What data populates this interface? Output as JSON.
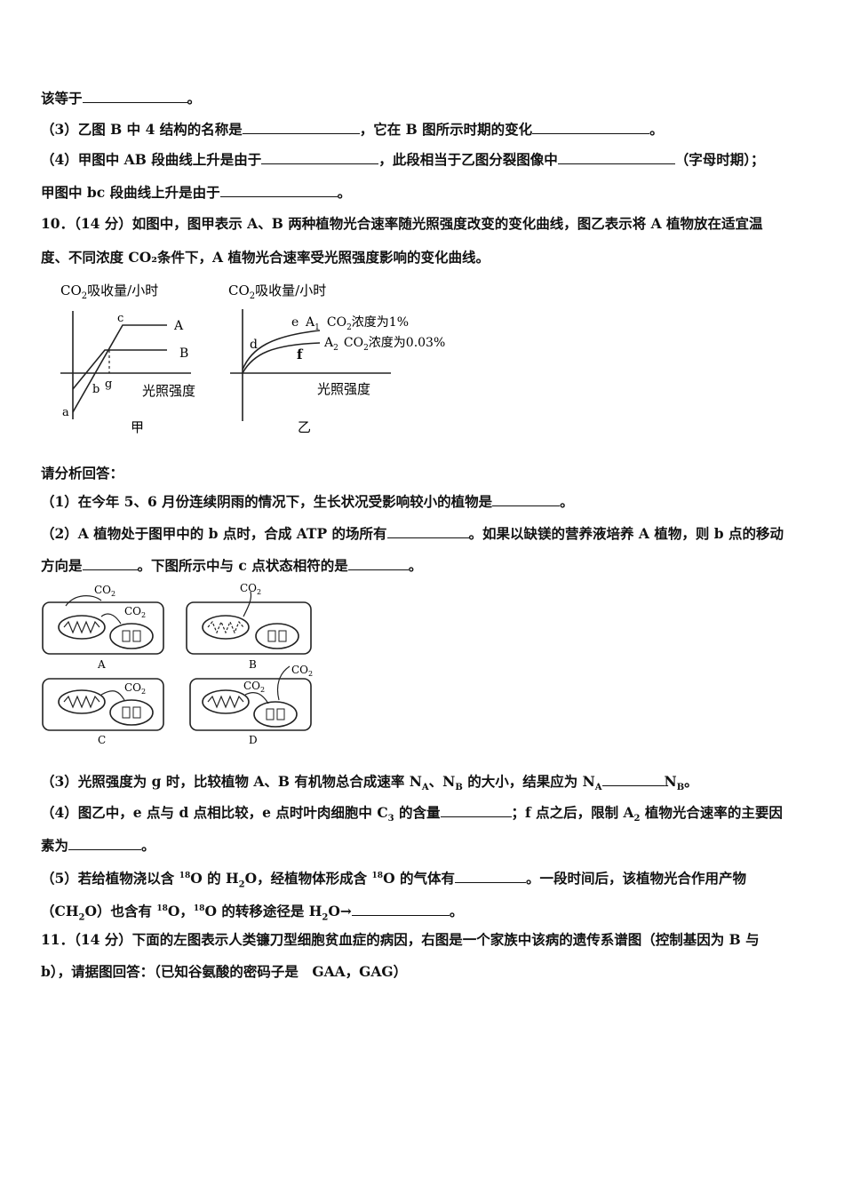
{
  "lines": [
    {
      "segs": [
        "该等于",
        "。"
      ]
    },
    {
      "segs": [
        "（3）乙图 B 中 4 结构的名称是",
        "，它在 B 图所示时期的变化",
        "。"
      ]
    },
    {
      "segs": [
        "（4）甲图中 AB 段曲线上升是由于",
        "，此段相当于乙图分裂图像中",
        "（字母时期）；"
      ]
    },
    {
      "segs": [
        "甲图中 bc 段曲线上升是由于",
        "。"
      ]
    },
    {
      "segs": [
        "10．（14 分）如图中，图甲表示 A、B 两种植物光合速率随光照强度改变的变化曲线，图乙表示将 A 植物放在适宜温"
      ]
    },
    {
      "segs": [
        "度、不同浓度 CO₂条件下，A 植物光合速率受光照强度影响的变化曲线。"
      ]
    },
    {
      "segs": [
        "请分析回答："
      ]
    },
    {
      "segs": [
        "（1）在今年 5、6 月份连续阴雨的情况下，生长状况受影响较小的植物是",
        "。"
      ]
    },
    {
      "segs": [
        "（2）A 植物处于图甲中的 b 点时，合成 ATP 的场所有",
        "。如果以缺镁的营养液培养 A 植物，则 b 点的移动"
      ]
    },
    {
      "segs": [
        "方向是",
        "。下图所示中与 c 点状态相符的是",
        "。"
      ]
    },
    {
      "segs": [
        "（3）光照强度为 g 时，比较植物 A、B 有机物总合成速率 N",
        "A",
        "、N",
        "B",
        " 的大小，结果应为 N",
        "A",
        "",
        "N",
        "B",
        "。"
      ]
    },
    {
      "segs": [
        "（4）图乙中，e 点与 d 点相比较，e 点时叶肉细胞中 C",
        "3",
        " 的含量",
        "；f 点之后，限制 A",
        "2",
        " 植物光合速率的主要因"
      ]
    },
    {
      "segs": [
        "素为",
        "。"
      ]
    },
    {
      "segs": [
        "（5）若给植物浇以含 ",
        "18",
        "O 的 H",
        "2",
        "O，经植物体形成含 ",
        "18",
        "O 的气体有",
        "。一段时间后，该植物光合作用产物"
      ]
    },
    {
      "segs": [
        "（CH",
        "2",
        "O）也含有 ",
        "18",
        "O，",
        "18",
        "O 的转移途径是 H",
        "2",
        "O→",
        "。"
      ]
    },
    {
      "segs": [
        "11．（14 分）下面的左图表示人类镰刀型细胞贫血症的病因，右图是一个家族中该病的遗传系谱图（控制基因为 B 与"
      ]
    },
    {
      "segs": [
        "b），请据图回答：（已知谷氨酸的密码子是　GAA，GAG）"
      ]
    }
  ],
  "fig_jia": {
    "ylabel_pre": "CO",
    "ylabel_sub": "2",
    "ylabel_post": "吸收量/小时",
    "xlabel": "光照强度",
    "pts": {
      "a": "a",
      "b": "b",
      "c": "c",
      "g": "g"
    },
    "curve_labels": {
      "A": "A",
      "B": "B"
    },
    "caption": "甲"
  },
  "fig_yi": {
    "ylabel_pre": "CO",
    "ylabel_sub": "2",
    "ylabel_post": "吸收量/小时",
    "xlabel": "光照强度",
    "pts": {
      "d": "d",
      "e": "e",
      "f": "f"
    },
    "a1": "A",
    "a1_sub": "1",
    "a1_text_pre": "CO",
    "a1_text_sub": "2",
    "a1_text_post": "浓度为1%",
    "a2": "A",
    "a2_sub": "2",
    "a2_text_pre": "CO",
    "a2_text_sub": "2",
    "a2_text_post": "浓度为0.03%",
    "caption": "乙"
  },
  "cells": {
    "co2": "CO",
    "co2_sub": "2",
    "labels": [
      "A",
      "B",
      "C",
      "D"
    ]
  }
}
